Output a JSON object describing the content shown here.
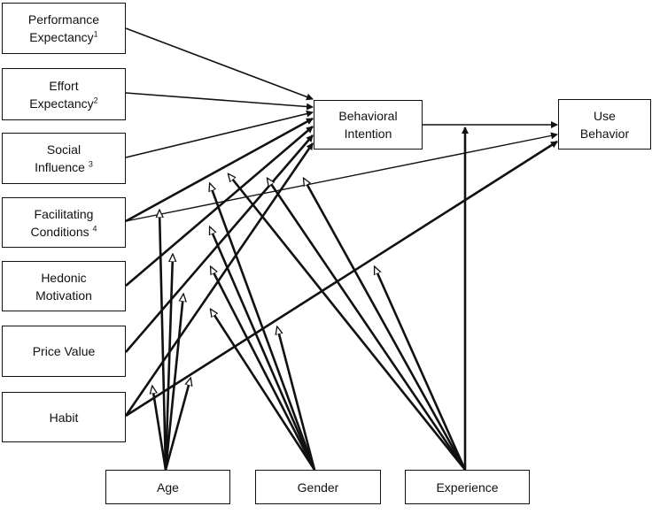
{
  "nodes": {
    "pe": {
      "line1": "Performance",
      "line2": "Expectancy",
      "sup": "1"
    },
    "ee": {
      "line1": "Effort",
      "line2": "Expectancy",
      "sup": "2"
    },
    "si": {
      "line1": "Social",
      "line2": "Influence ",
      "sup": "3"
    },
    "fc": {
      "line1": "Facilitating",
      "line2": "Conditions ",
      "sup": "4"
    },
    "hm": {
      "line1": "Hedonic",
      "line2": "Motivation"
    },
    "pv": {
      "line1": "Price Value"
    },
    "habit": {
      "line1": "Habit"
    },
    "bi": {
      "line1": "Behavioral",
      "line2": "Intention"
    },
    "ub": {
      "line1": "Use",
      "line2": "Behavior"
    },
    "age": {
      "line1": "Age"
    },
    "gender": {
      "line1": "Gender"
    },
    "experience": {
      "line1": "Experience"
    }
  }
}
